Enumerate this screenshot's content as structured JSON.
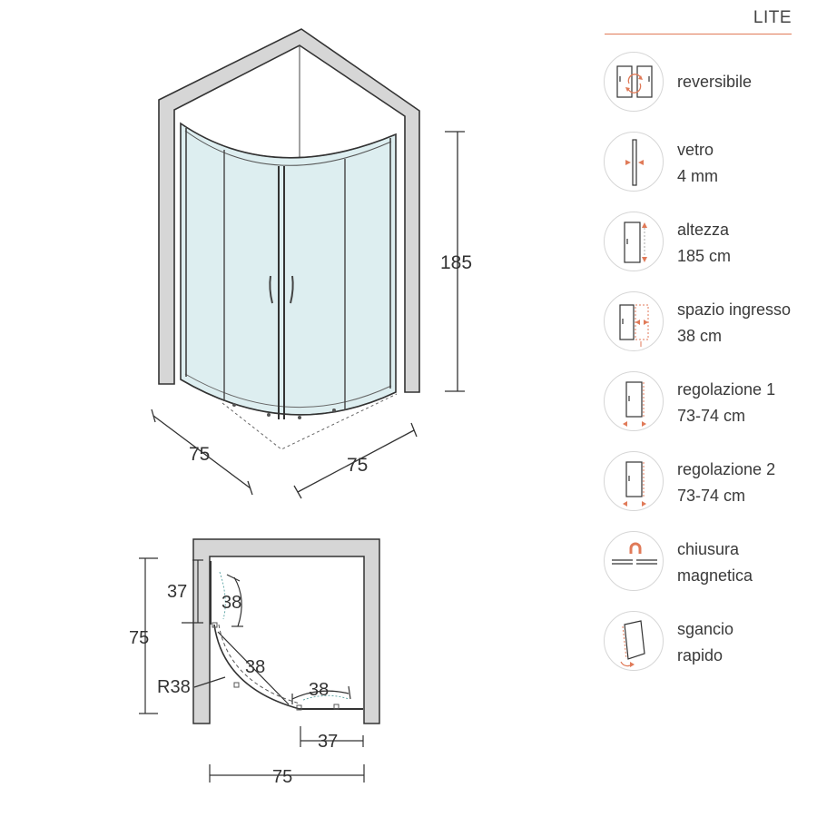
{
  "brand": "LITE",
  "accent_color": "#e07a58",
  "perspective_view": {
    "height_label": "185",
    "left_width_label": "75",
    "right_width_label": "75"
  },
  "plan_view": {
    "depth_label": "75",
    "width_label": "75",
    "fixed_panel_side_label": "37",
    "fixed_panel_bottom_label": "37",
    "door_opening_top_label": "38",
    "door_opening_diag_label": "38",
    "door_opening_bottom_label": "38",
    "radius_label": "R38"
  },
  "features": [
    {
      "icon": "reversible-icon",
      "line1": "reversibile",
      "line2": ""
    },
    {
      "icon": "glass-thickness-icon",
      "line1": "vetro",
      "line2": "4 mm"
    },
    {
      "icon": "height-icon",
      "line1": "altezza",
      "line2": "185 cm"
    },
    {
      "icon": "entry-space-icon",
      "line1": "spazio ingresso",
      "line2": "38 cm"
    },
    {
      "icon": "adjustment-1-icon",
      "line1": "regolazione 1",
      "line2": "73-74 cm"
    },
    {
      "icon": "adjustment-2-icon",
      "line1": "regolazione 2",
      "line2": "73-74 cm"
    },
    {
      "icon": "magnetic-closure-icon",
      "line1": "chiusura",
      "line2": "magnetica"
    },
    {
      "icon": "quick-release-icon",
      "line1": "sgancio",
      "line2": "rapido"
    }
  ]
}
